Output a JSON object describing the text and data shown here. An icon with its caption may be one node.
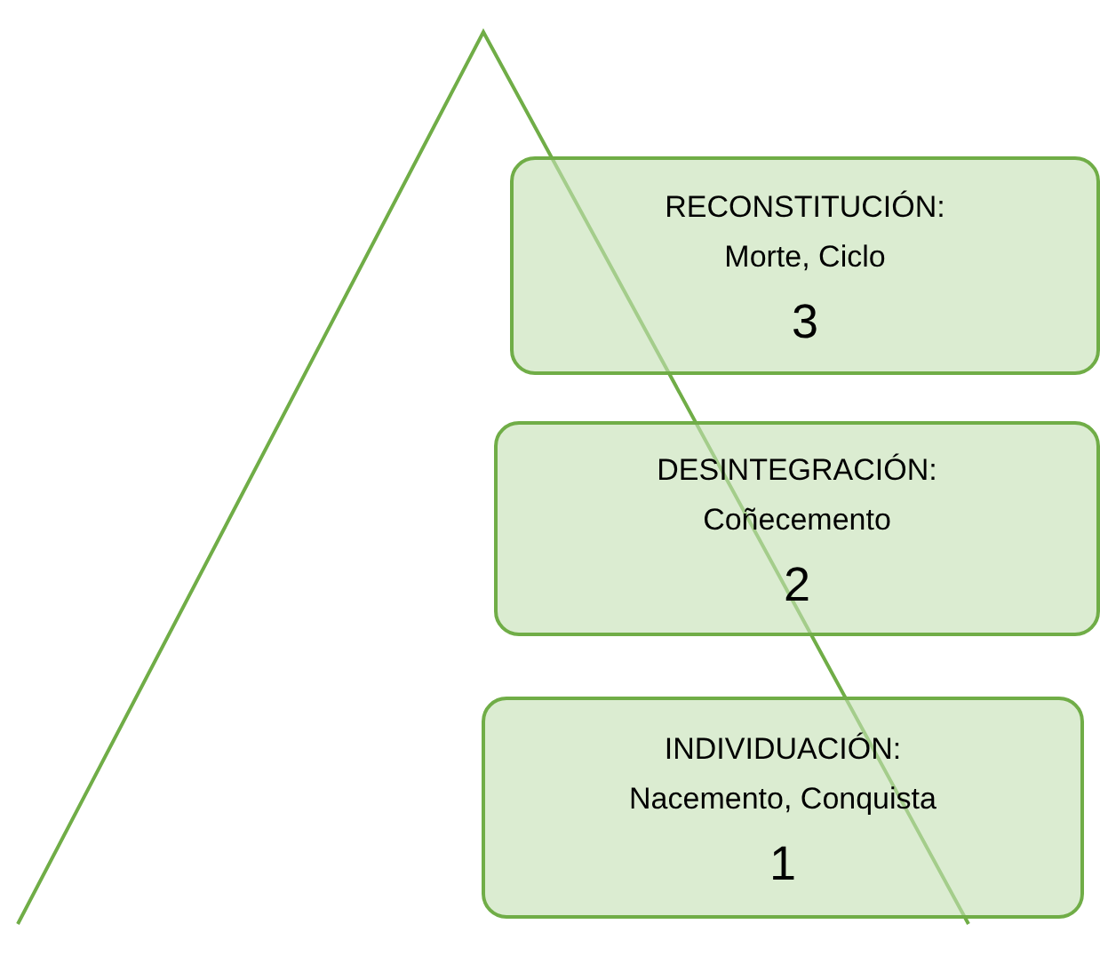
{
  "diagram": {
    "nodes": [
      {
        "text": [
          "RECONSTITUCIÓN:",
          "Morte, Ciclo",
          "3"
        ]
      },
      {
        "text": [
          "DESINTEGRACIÓN:",
          "Coñecemento",
          "2"
        ]
      },
      {
        "text": [
          "INDIVIDUACIÓN:",
          "Nacemento, Conquista",
          "1"
        ]
      }
    ]
  }
}
